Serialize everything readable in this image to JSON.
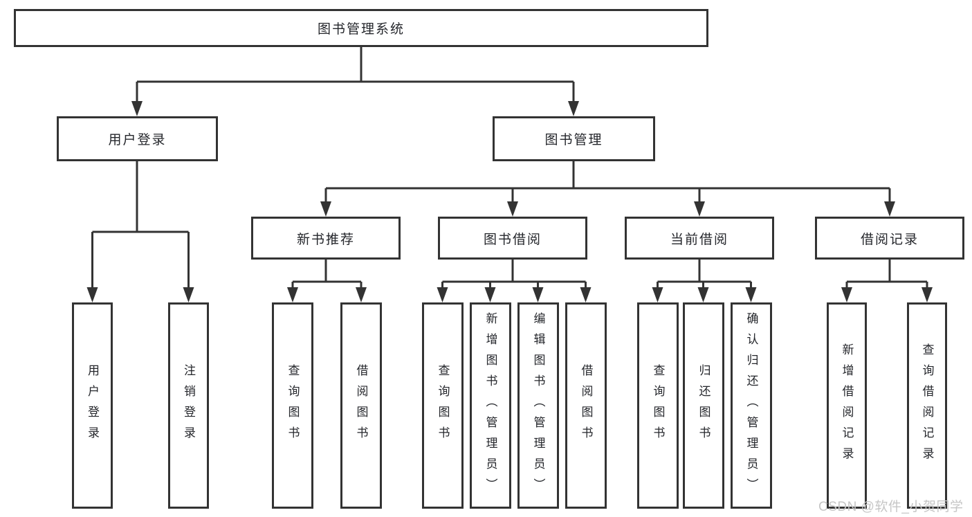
{
  "diagram": {
    "title": "图书管理系统",
    "branches": {
      "user_login": {
        "label": "用户登录",
        "children": {
          "login": "用户登录",
          "logout": "注销登录"
        }
      },
      "book_mgmt": {
        "label": "图书管理",
        "groups": {
          "new_book": {
            "label": "新书推荐",
            "children": {
              "query": "查询图书",
              "borrow": "借阅图书"
            }
          },
          "borrowing": {
            "label": "图书借阅",
            "children": {
              "query": "查询图书",
              "add": "新增图书（管理员）",
              "edit": "编辑图书（管理员）",
              "borrow": "借阅图书"
            }
          },
          "current": {
            "label": "当前借阅",
            "children": {
              "query": "查询图书",
              "return": "归还图书",
              "confirm": "确认归还（管理员）"
            }
          },
          "records": {
            "label": "借阅记录",
            "children": {
              "add": "新增借阅记录",
              "query": "查询借阅记录"
            }
          }
        }
      }
    }
  },
  "watermark": {
    "text": "CSDN @软件_小贺同学"
  },
  "colors": {
    "line": "#333333",
    "text": "#24262b",
    "watermark": "#c6c6c6"
  }
}
